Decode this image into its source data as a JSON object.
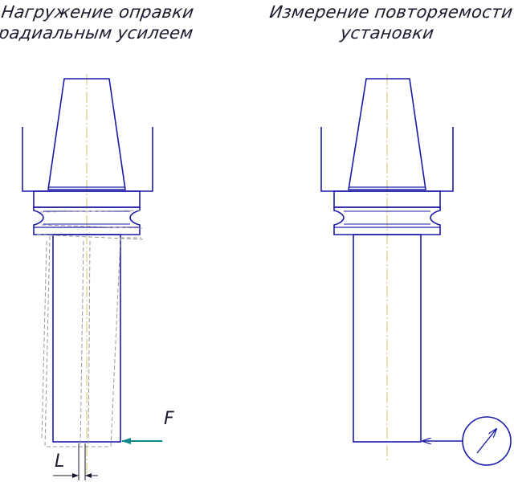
{
  "left_view": {
    "title_line1": "Нагружение оправки",
    "title_line2": "радиальным усилеем",
    "force_label": "F",
    "length_label": "L"
  },
  "right_view": {
    "title_line1": "Измерение повторяемости",
    "title_line2": "установки"
  },
  "colors": {
    "outline": "#1a1aa8",
    "dashed": "#9a9a9a",
    "center_line": "#d6c36a",
    "force_arrow": "#0a8a8a",
    "text": "#1a1a2e"
  },
  "icons": {
    "dial_indicator": "dial-gauge-icon"
  }
}
